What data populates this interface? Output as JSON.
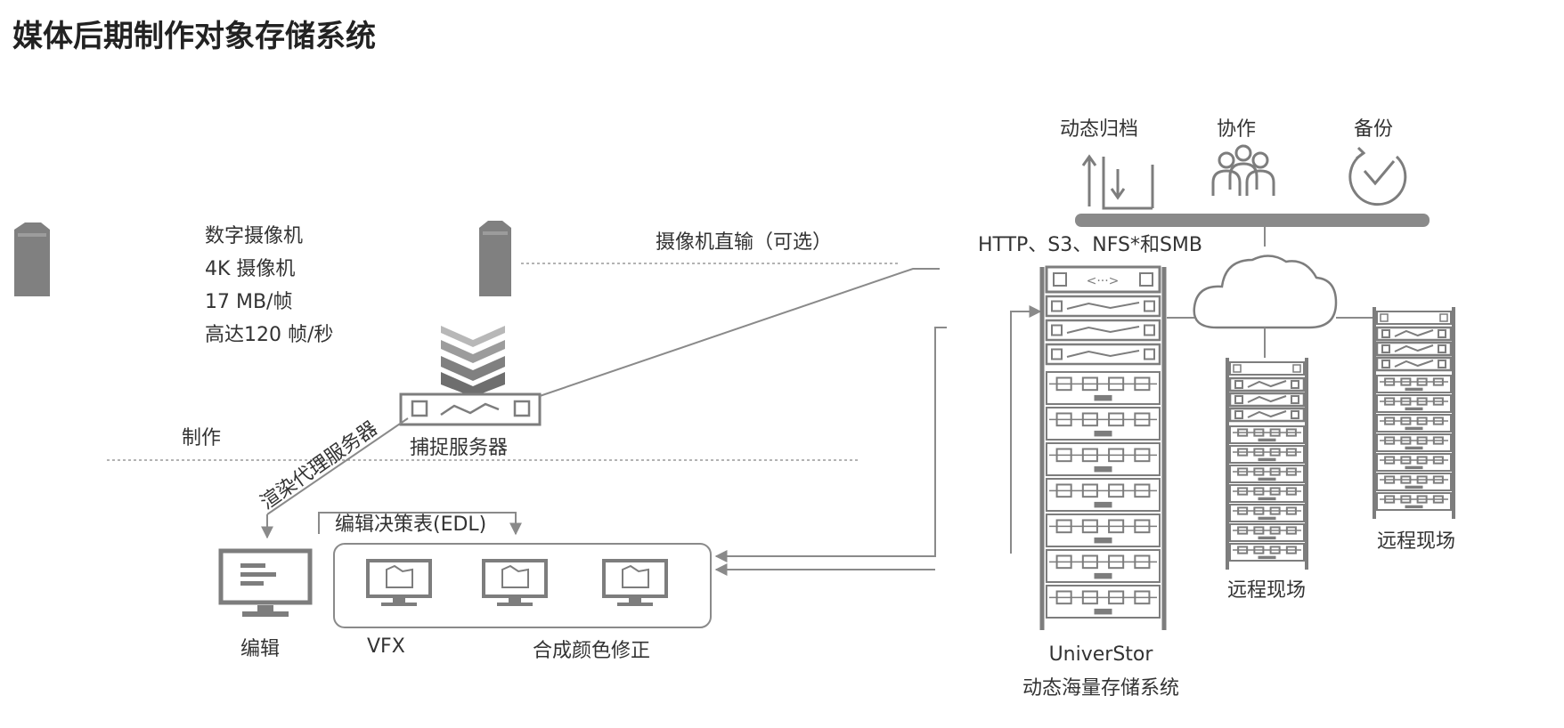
{
  "title": "媒体后期制作对象存储系统",
  "camera": {
    "specs": [
      "数字摄像机",
      "4K 摄像机",
      "17 MB/帧",
      "高达120 帧/秒"
    ]
  },
  "direct_transfer_label": "摄像机直输（可选）",
  "capture_server_label": "捕捉服务器",
  "production_label": "制作",
  "proxy_label": "渲染代理服务器",
  "edl_label": "编辑决策表(EDL)",
  "editing_label": "编辑",
  "vfx_label": "VFX",
  "compositing_label": "合成颜色修正",
  "protocols_label": "HTTP、S3、NFS*和SMB",
  "top_services": [
    {
      "label": "动态归档",
      "icon": "archive-arrows-icon"
    },
    {
      "label": "协作",
      "icon": "people-icon"
    },
    {
      "label": "备份",
      "icon": "checkmark-circle-icon"
    }
  ],
  "main_storage": {
    "line1": "UniverStor",
    "line2": "动态海量存储系统"
  },
  "remote_site_1": "远程现场",
  "remote_site_2": "远程现场",
  "colors": {
    "icon_gray": "#808080",
    "line_gray": "#8a8a8a",
    "text": "#333333"
  }
}
